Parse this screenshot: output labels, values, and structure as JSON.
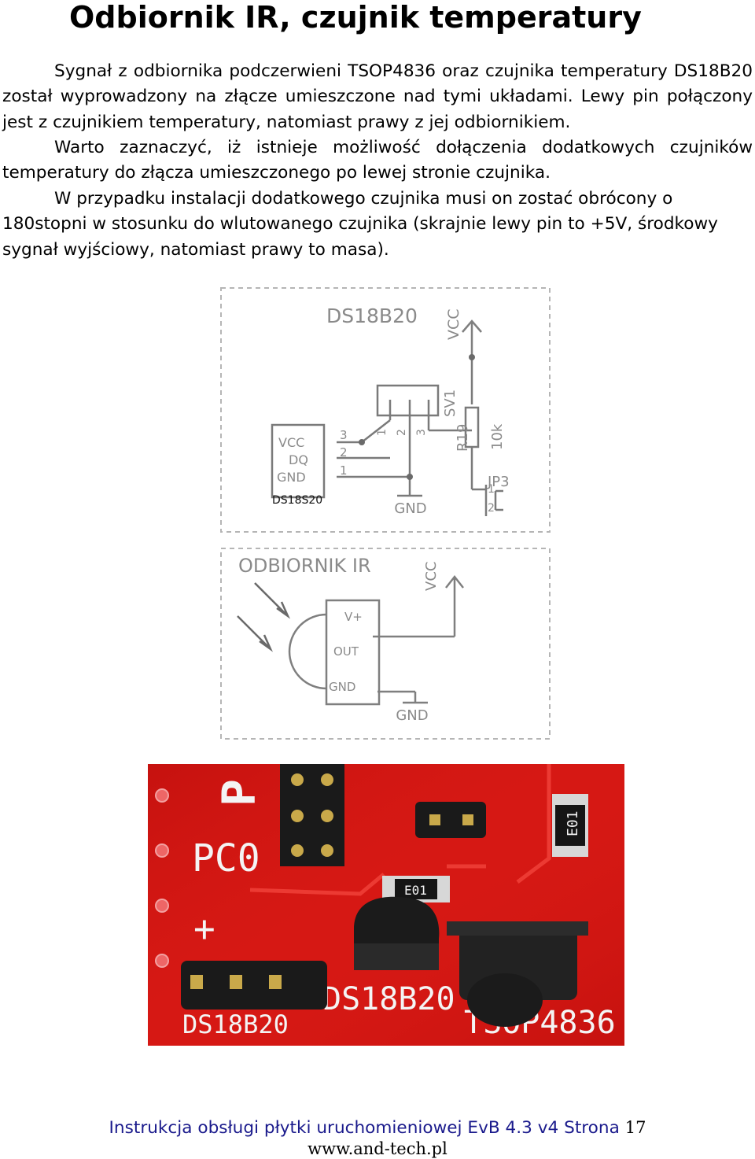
{
  "title": "Odbiornik IR, czujnik temperatury",
  "paragraphs": [
    "Sygnał z odbiornika podczerwieni TSOP4836 oraz czujnika temperatury DS18B20 został wyprowadzony na złącze umieszczone nad tymi układami. Lewy pin połączony jest z czujnikiem temperatury, natomiast prawy z jej odbiornikiem.",
    "Warto zaznaczyć, iż istnieje możliwość dołączenia dodatkowych czujników temperatury do złącza umieszczonego po lewej stronie czujnika.",
    "W przypadku instalacji dodatkowego czujnika musi on zostać obrócony o 180stopni w stosunku do wlutowanego czujnika (skrajnie lewy pin to  +5V, środkowy sygnał wyjściowy, natomiast prawy to masa)."
  ],
  "schematic_ds18b20": {
    "title": "DS18B20",
    "vcc": "VCC",
    "sv1_label": "SV1",
    "sv1_pins": [
      "1",
      "2",
      "3"
    ],
    "resistor_name": "R19",
    "resistor_value": "10k",
    "chip_pins": [
      "VCC",
      "DQ",
      "GND"
    ],
    "chip_pin_numbers": [
      "3",
      "2",
      "1"
    ],
    "chip_part": "DS18S20",
    "gnd": "GND",
    "jumper_label": "JP3",
    "jumper_pins": [
      "1",
      "2"
    ]
  },
  "schematic_ir": {
    "title": "ODBIORNIK IR",
    "vcc": "VCC",
    "pins": [
      "V+",
      "OUT",
      "GND"
    ],
    "gnd": "GND"
  },
  "photo": {
    "labels": {
      "p": "P",
      "pc0": "PC0",
      "plus": "+",
      "sensor_silk": "DS18B20",
      "header_silk": "DS18B20",
      "receiver_silk": "TSOP4836",
      "resistor_top": "E01",
      "resistor_mid": "E01"
    },
    "colors": {
      "pcb": "#d41612",
      "pcb_dark": "#b80d0b",
      "silk": "#f4f4f4",
      "header": "#1a1a1a",
      "gold": "#c9a94a"
    }
  },
  "footer": {
    "doc_title": "Instrukcja obsługi płytki uruchomieniowej EvB 4.3 v4  Strona",
    "page_number": "17",
    "website": "www.and-tech.pl"
  }
}
